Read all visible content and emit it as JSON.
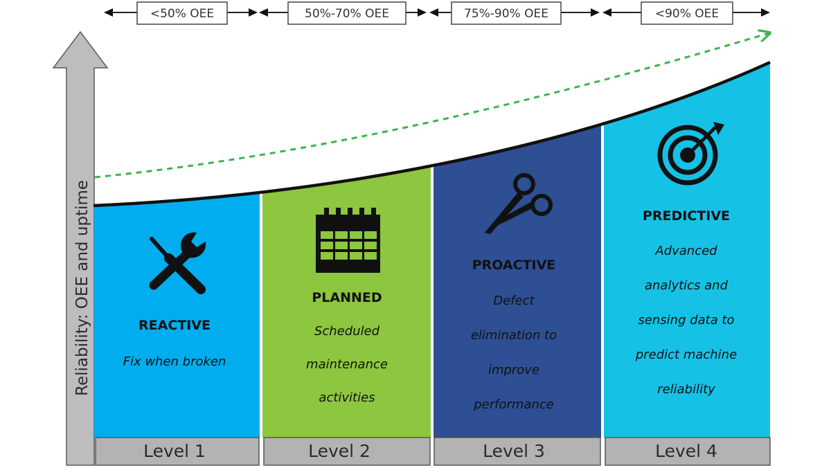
{
  "axis": {
    "label": "Reliability: OEE and uptime"
  },
  "oee_ranges": [
    {
      "label": "<50% OEE"
    },
    {
      "label": "50%-70% OEE"
    },
    {
      "label": "75%-90% OEE"
    },
    {
      "label": "<90% OEE"
    }
  ],
  "levels": [
    {
      "level": "Level 1",
      "title": "REACTIVE",
      "description": [
        "Fix when broken"
      ],
      "icon": "tools-icon",
      "color": "#00aeef"
    },
    {
      "level": "Level 2",
      "title": "PLANNED",
      "description": [
        "Scheduled",
        "maintenance",
        "activities"
      ],
      "icon": "calendar-icon",
      "color": "#8dc63f"
    },
    {
      "level": "Level 3",
      "title": "PROACTIVE",
      "description": [
        "Defect",
        "elimination to",
        "improve",
        "performance"
      ],
      "icon": "scissors-icon",
      "color": "#2e4f93"
    },
    {
      "level": "Level 4",
      "title": "PREDICTIVE",
      "description": [
        "Advanced",
        "analytics and",
        "sensing data to",
        "predict machine",
        "reliability"
      ],
      "icon": "target-icon",
      "color": "#16c1e6"
    }
  ],
  "colors": {
    "axis_arrow": "#bdbdbd",
    "level_bar": "#b3b3b3",
    "trend_arrow": "#39b54a",
    "curve": "#111111"
  }
}
